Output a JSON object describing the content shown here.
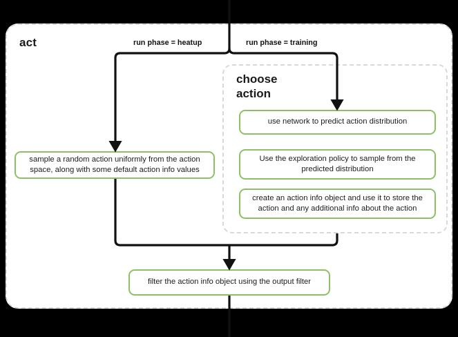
{
  "diagram": {
    "title": "act",
    "subgroup_title": "choose\naction",
    "accent_green": "#8cc163",
    "dashed_border": "#d8d8d8",
    "background": "#ffffff",
    "edge_labels": [
      {
        "id": "heatup",
        "text": "run phase = heatup"
      },
      {
        "id": "training",
        "text": "run phase = training"
      }
    ],
    "nodes": [
      {
        "id": "sample",
        "text": "sample a random action uniformly from the action space, along with some default action info values"
      },
      {
        "id": "use-network",
        "text": "use network to predict action distribution"
      },
      {
        "id": "exploration",
        "text": "Use the exploration policy to sample from the predicted distribution"
      },
      {
        "id": "create-info",
        "text": "create an action info object and use it to store the action and any additional info about the action"
      },
      {
        "id": "filter",
        "text": "filter the action info object using the output filter"
      }
    ]
  }
}
